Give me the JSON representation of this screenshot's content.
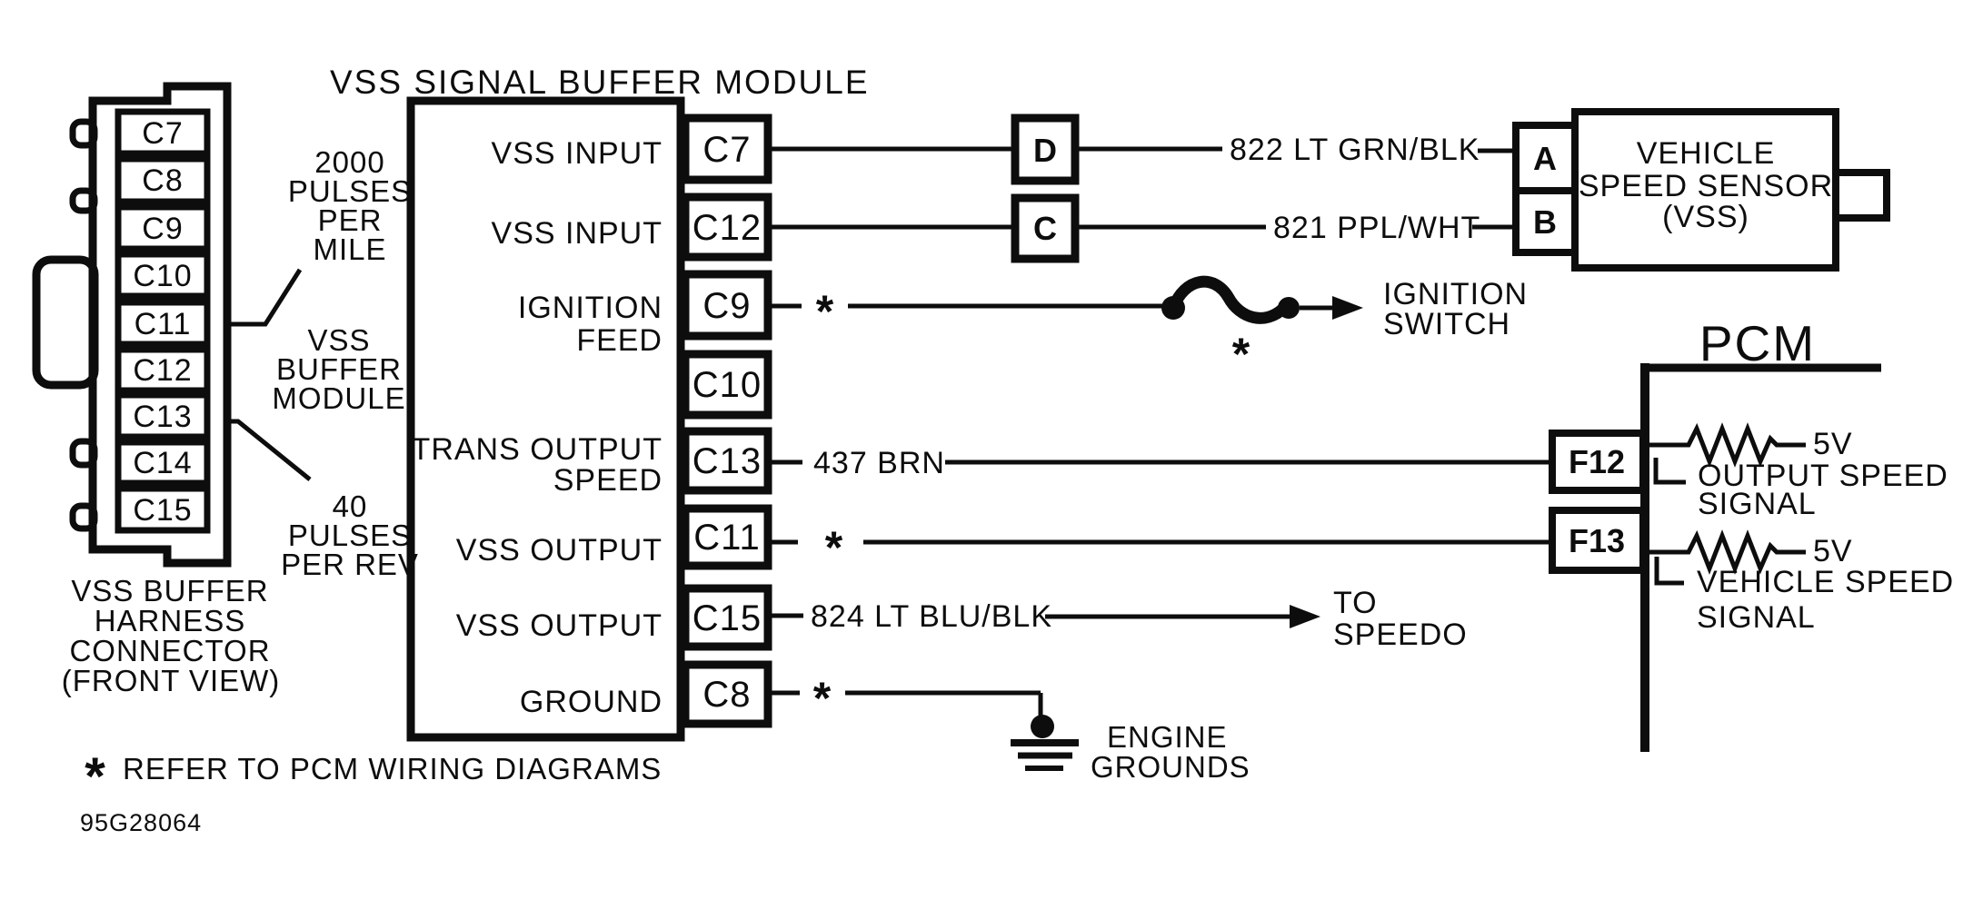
{
  "colors": {
    "ink": "#0d0d0d",
    "paper": "#ffffff"
  },
  "diagram": {
    "title": "VSS SIGNAL BUFFER MODULE",
    "figure_number": "95G28064"
  },
  "footnote": {
    "symbol": "*",
    "text": "REFER TO PCM WIRING DIAGRAMS"
  },
  "harness_connector": {
    "pins": [
      "C7",
      "C8",
      "C9",
      "C10",
      "C11",
      "C12",
      "C13",
      "C14",
      "C15"
    ],
    "caption": [
      "VSS BUFFER",
      "HARNESS",
      "CONNECTOR",
      "(FRONT VIEW)"
    ],
    "note_2000": [
      "2000",
      "PULSES",
      "PER",
      "MILE"
    ],
    "note_module": [
      "VSS",
      "BUFFER",
      "MODULE"
    ],
    "note_40": [
      "40",
      "PULSES",
      "PER REV"
    ]
  },
  "module": {
    "rows": [
      {
        "label": "VSS INPUT",
        "pin": "C7"
      },
      {
        "label": "VSS INPUT",
        "pin": "C12"
      },
      {
        "label": "IGNITION",
        "label2": "FEED",
        "pin": "C9"
      },
      {
        "label": "",
        "pin": "C10"
      },
      {
        "label": "TRANS OUTPUT",
        "label2": "SPEED",
        "pin": "C13"
      },
      {
        "label": "VSS OUTPUT",
        "pin": "C11"
      },
      {
        "label": "VSS OUTPUT",
        "pin": "C15"
      },
      {
        "label": "GROUND",
        "pin": "C8"
      }
    ]
  },
  "wires": {
    "w822": {
      "junction": "D",
      "label": "822 LT GRN/BLK"
    },
    "w821": {
      "junction": "C",
      "label": "821 PPL/WHT"
    },
    "ignition": {
      "star": "*",
      "star2": "*",
      "dest1": "IGNITION",
      "dest2": "SWITCH"
    },
    "w437": {
      "label": "437 BRN"
    },
    "c11": {
      "star": "*"
    },
    "w824": {
      "label": "824 LT BLU/BLK",
      "dest1": "TO",
      "dest2": "SPEEDO"
    },
    "ground": {
      "star": "*",
      "dest1": "ENGINE",
      "dest2": "GROUNDS"
    }
  },
  "vss_sensor": {
    "pin_a": "A",
    "pin_b": "B",
    "name": [
      "VEHICLE",
      "SPEED SENSOR",
      "(VSS)"
    ]
  },
  "pcm": {
    "name": "PCM",
    "f12": {
      "pin": "F12",
      "volt": "5V",
      "sig1": "OUTPUT SPEED",
      "sig2": "SIGNAL"
    },
    "f13": {
      "pin": "F13",
      "volt": "5V",
      "sig1": "VEHICLE SPEED",
      "sig2": "SIGNAL"
    }
  }
}
